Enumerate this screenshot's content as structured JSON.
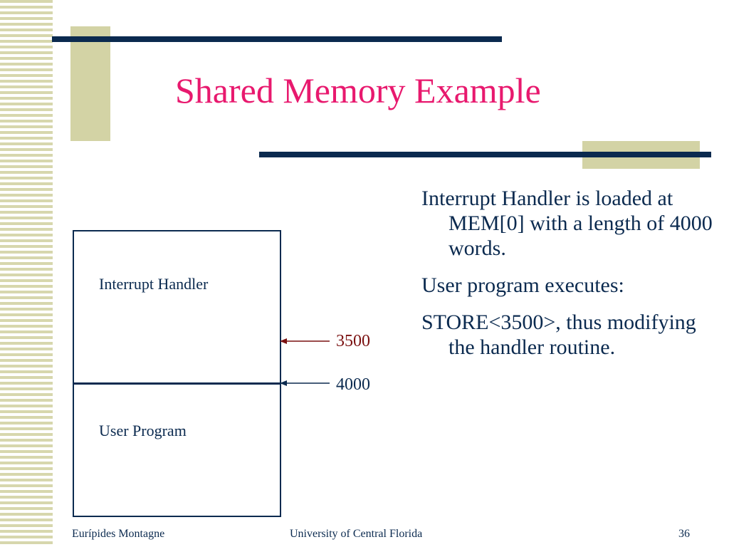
{
  "slide": {
    "title": "Shared Memory Example",
    "diagram": {
      "segments": [
        {
          "label": "Interrupt Handler"
        },
        {
          "label": "User Program"
        }
      ],
      "addresses": [
        {
          "value": "3500",
          "color": "#7a1010"
        },
        {
          "value": "4000",
          "color": "#0b2a4f"
        }
      ]
    },
    "bullets": [
      "Interrupt Handler is loaded at MEM[0] with a length of 4000 words.",
      "User program executes:",
      "STORE<3500>, thus modifying the handler routine."
    ],
    "footer": {
      "author": "Eurípides Montagne",
      "institution": "University of Central Florida",
      "page_number": "36"
    }
  },
  "colors": {
    "title": "#e8196e",
    "text": "#0b2a4f",
    "accent_bar": "#0b2a4f",
    "accent_block": "#d3d3a5"
  }
}
